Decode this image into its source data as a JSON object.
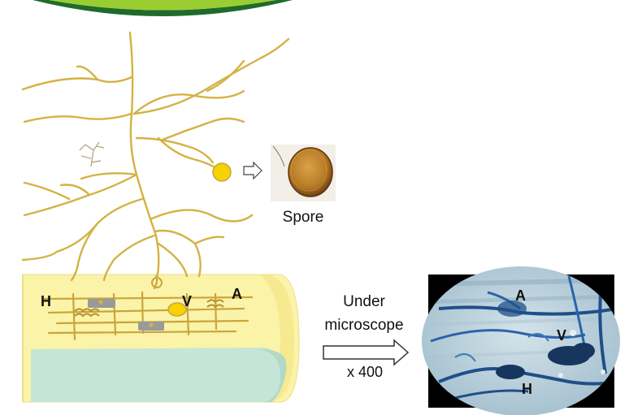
{
  "diagram": {
    "labels": {
      "hyphae_left": "H",
      "vesicle_left": "V",
      "arbuscule_left": "A",
      "spore": "Spore",
      "under_microscope_line1": "Under",
      "under_microscope_line2": "microscope",
      "magnification": "x 400",
      "arbuscule_micro": "A",
      "vesicle_micro": "V",
      "hyphae_micro": "H"
    },
    "colors": {
      "hyphae": "#d4b244",
      "root_tissue": "#fbf3a8",
      "stele": "#c5e6d6",
      "stain_blue": "#1f4f8a",
      "micro_bg": "#b9d3df"
    }
  }
}
